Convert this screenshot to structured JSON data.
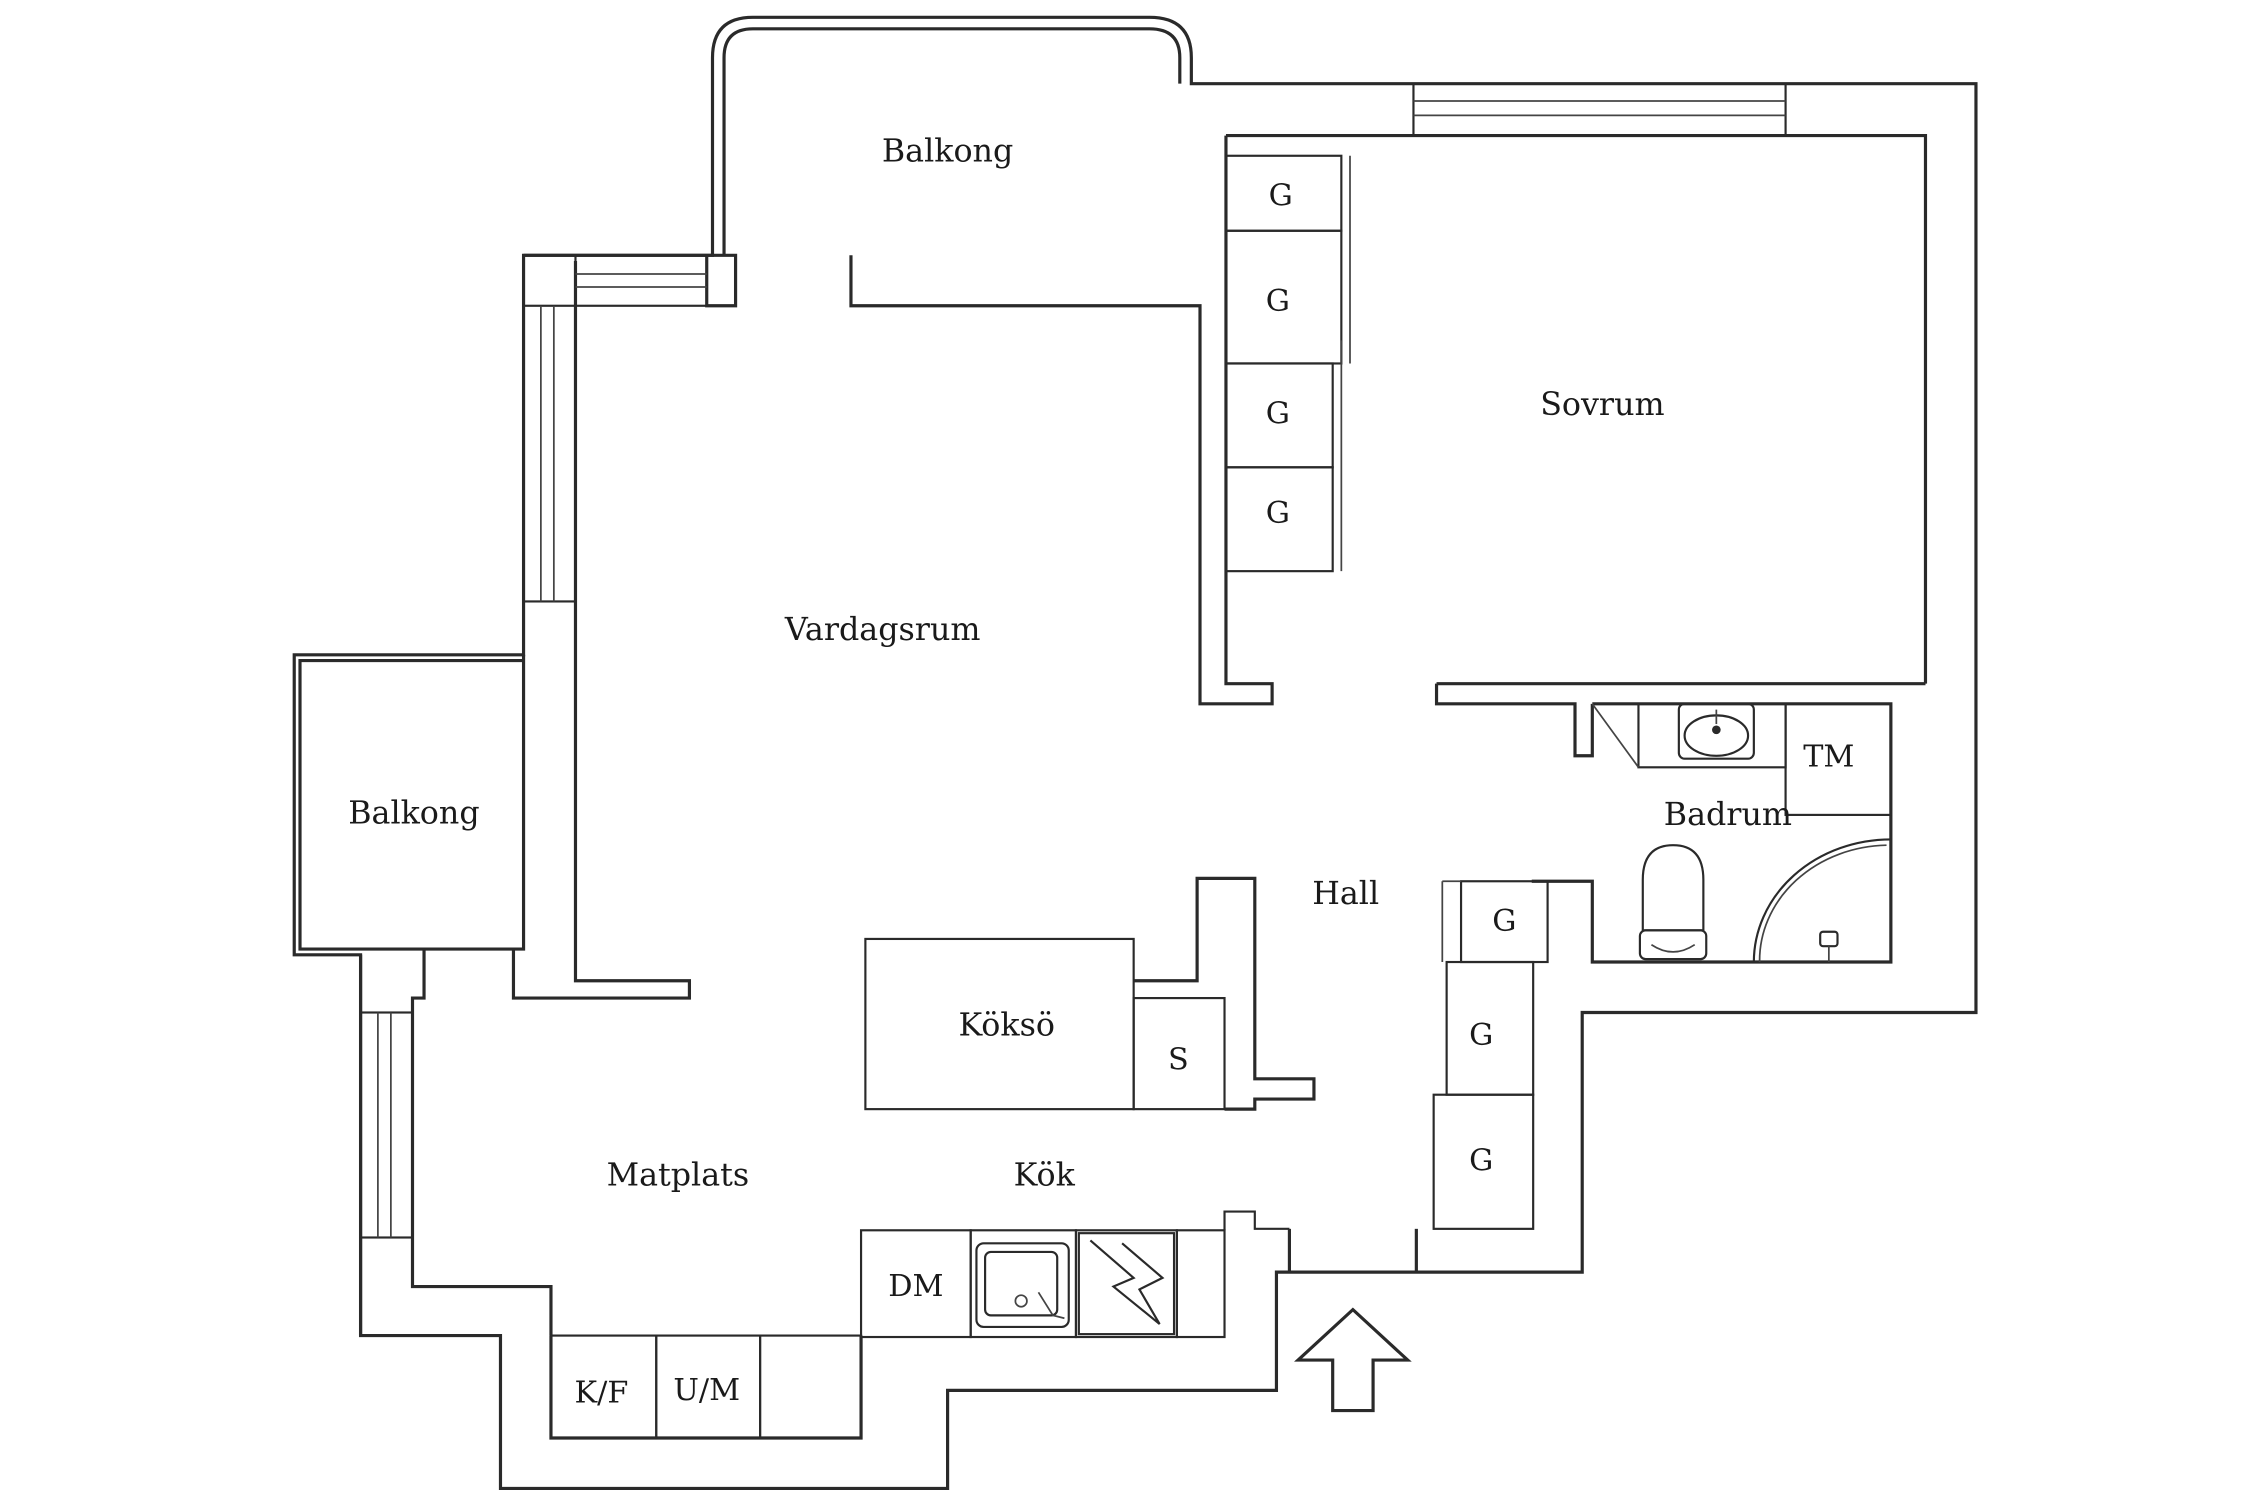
{
  "rooms": {
    "balkong_top": "Balkong",
    "balkong_left": "Balkong",
    "vardagsrum": "Vardagsrum",
    "sovrum": "Sovrum",
    "hall": "Hall",
    "badrum": "Badrum",
    "matplats": "Matplats",
    "kok": "Kök",
    "koksö": "Köksö"
  },
  "fixtures": {
    "wardrobe": "G",
    "tm": "TM",
    "s": "S",
    "dm": "DM",
    "kf": "K/F",
    "um": "U/M"
  }
}
